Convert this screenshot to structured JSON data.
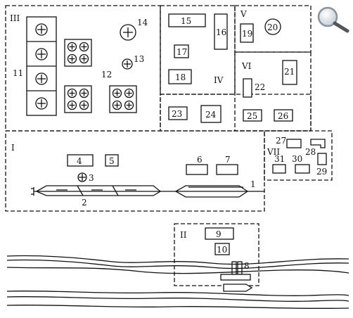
{
  "zones": [
    "I",
    "II",
    "III",
    "IV",
    "V",
    "VI",
    "VII"
  ],
  "buildings": [
    "1",
    "2",
    "3",
    "4",
    "5",
    "6",
    "7",
    "8",
    "9",
    "10",
    "11",
    "12",
    "13",
    "14",
    "15",
    "16",
    "17",
    "18",
    "19",
    "20",
    "21",
    "22",
    "23",
    "24",
    "25",
    "26",
    "27",
    "28",
    "29",
    "30",
    "31"
  ],
  "icons": {
    "zoom": "magnifier-icon"
  }
}
